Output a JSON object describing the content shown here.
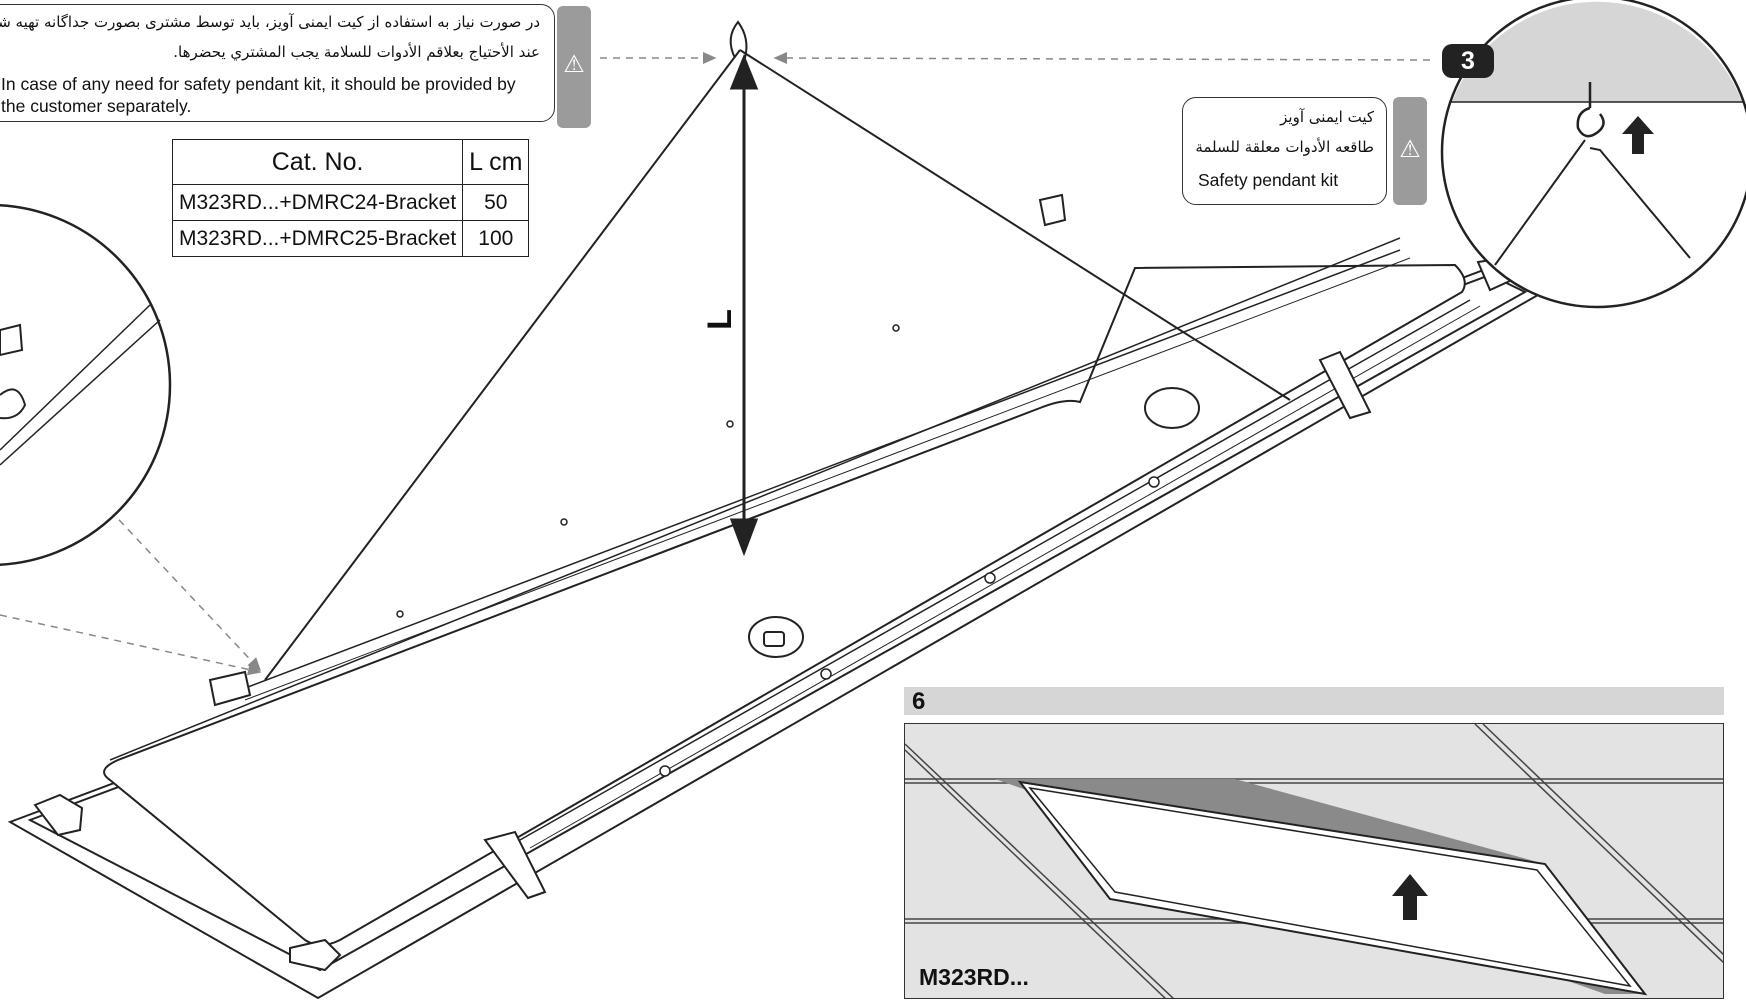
{
  "notes": {
    "safety_fa": "در صورت نیاز به استفاده از کیت ایمنی آویز، باید توسط مشتری بصورت جداگانه تهیه شود.",
    "safety_ar": "عند الأحتياج بعلاقم الأدوات للسلامة يجب المشتري يحضرها.",
    "safety_en": "In case of any need for safety pendant kit, it should be provided by the customer separately."
  },
  "kit_label": {
    "fa": "کیت ایمنی آویز",
    "ar": "طاقعه الأدوات معلقة للسلمة",
    "en": "Safety pendant kit"
  },
  "table": {
    "headers": [
      "Cat. No.",
      "L cm"
    ],
    "rows": [
      {
        "cat": "M323RD...+DMRC24-Bracket",
        "length": "50"
      },
      {
        "cat": "M323RD...+DMRC25-Bracket",
        "length": "100"
      }
    ]
  },
  "dimension_label": "L",
  "steps": {
    "step3": "3",
    "step6": "6"
  },
  "model_label": "M323RD...",
  "icons": [
    "warning-icon",
    "up-arrow-icon",
    "hook-icon"
  ],
  "colors": {
    "line": "#222222",
    "warning_tab": "#9b9b9b",
    "ceiling_gray": "#d6d6d6",
    "panel_shadow": "#8a8a8a"
  }
}
